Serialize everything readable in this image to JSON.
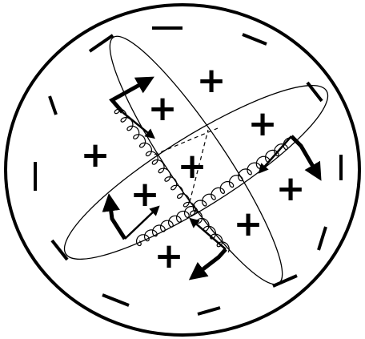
{
  "diagram": {
    "colors": {
      "stroke": "#000000",
      "background": "#ffffff"
    },
    "symbols": {
      "plus": "+",
      "minus": "−"
    },
    "elements": [
      "outer-sphere",
      "tilted-ellipse-a",
      "tilted-ellipse-b",
      "dashed-cross-lines",
      "coil-springs",
      "arrows",
      "plus-signs",
      "minus-bars"
    ]
  }
}
